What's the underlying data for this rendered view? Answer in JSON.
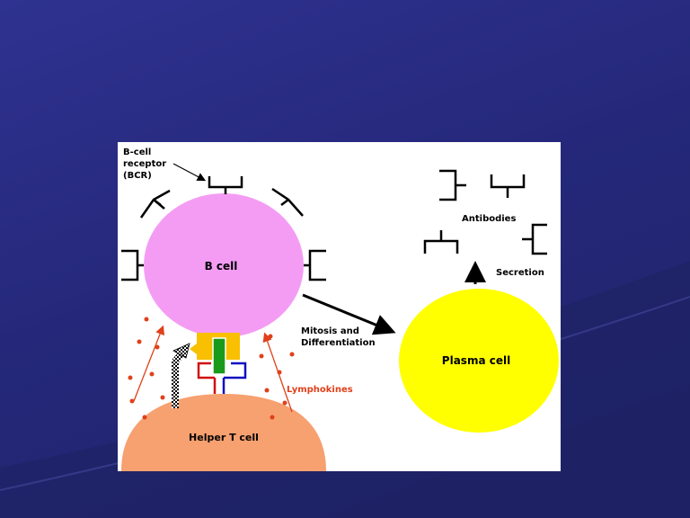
{
  "diagram": {
    "bcr_label": [
      "B-cell",
      "receptor",
      "(BCR)"
    ],
    "b_cell_label": "B cell",
    "helper_t_label": "Helper T cell",
    "plasma_label": "Plasma cell",
    "mitosis_label": [
      "Mitosis and",
      "Differentiation"
    ],
    "lymphokines_label": "Lymphokines",
    "antibodies_label": "Antibodies",
    "secretion_label": "Secretion"
  },
  "colors": {
    "b_cell": "#f49cf4",
    "plasma_cell": "#ffff00",
    "helper_t_cell": "#f7a070",
    "lymphokine_dots": "#e0401a",
    "antigen_yellow": "#f8c000",
    "mhc_green": "#1a9a1a",
    "tcr_red": "#d01010",
    "tcr_blue": "#1010c0"
  }
}
